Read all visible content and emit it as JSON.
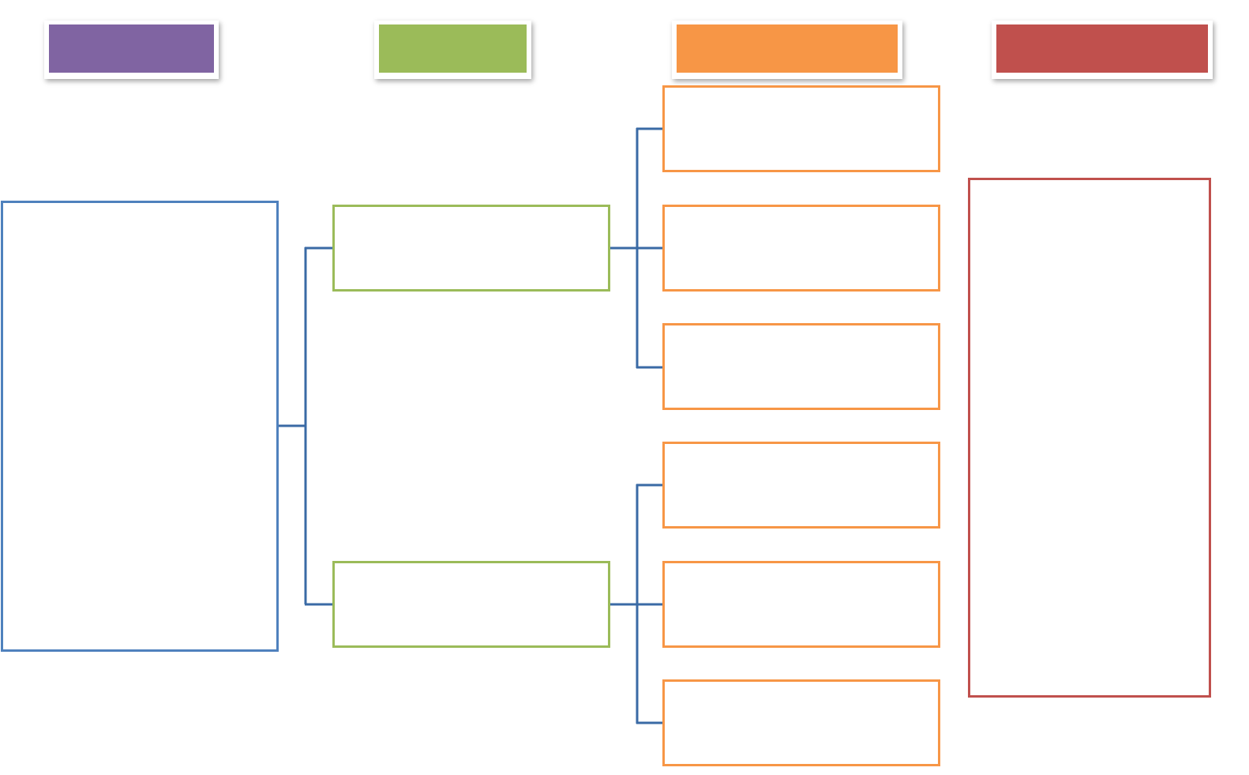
{
  "colors": {
    "purple": "#8064a2",
    "green": "#9bbb59",
    "orange": "#f79646",
    "red": "#c0504d",
    "blue": "#4f81bd",
    "connector": "#3a6aa5"
  },
  "headers": [
    {
      "id": "header-1",
      "label": "",
      "color": "#8064a2"
    },
    {
      "id": "header-2",
      "label": "",
      "color": "#9bbb59"
    },
    {
      "id": "header-3",
      "label": "",
      "color": "#f79646"
    },
    {
      "id": "header-4",
      "label": "",
      "color": "#c0504d"
    }
  ],
  "boxes": {
    "root": {
      "text": ""
    },
    "level2": [
      {
        "text": ""
      },
      {
        "text": ""
      }
    ],
    "level3": [
      {
        "text": ""
      },
      {
        "text": ""
      },
      {
        "text": ""
      },
      {
        "text": ""
      },
      {
        "text": ""
      },
      {
        "text": ""
      }
    ],
    "result": {
      "text": ""
    }
  }
}
